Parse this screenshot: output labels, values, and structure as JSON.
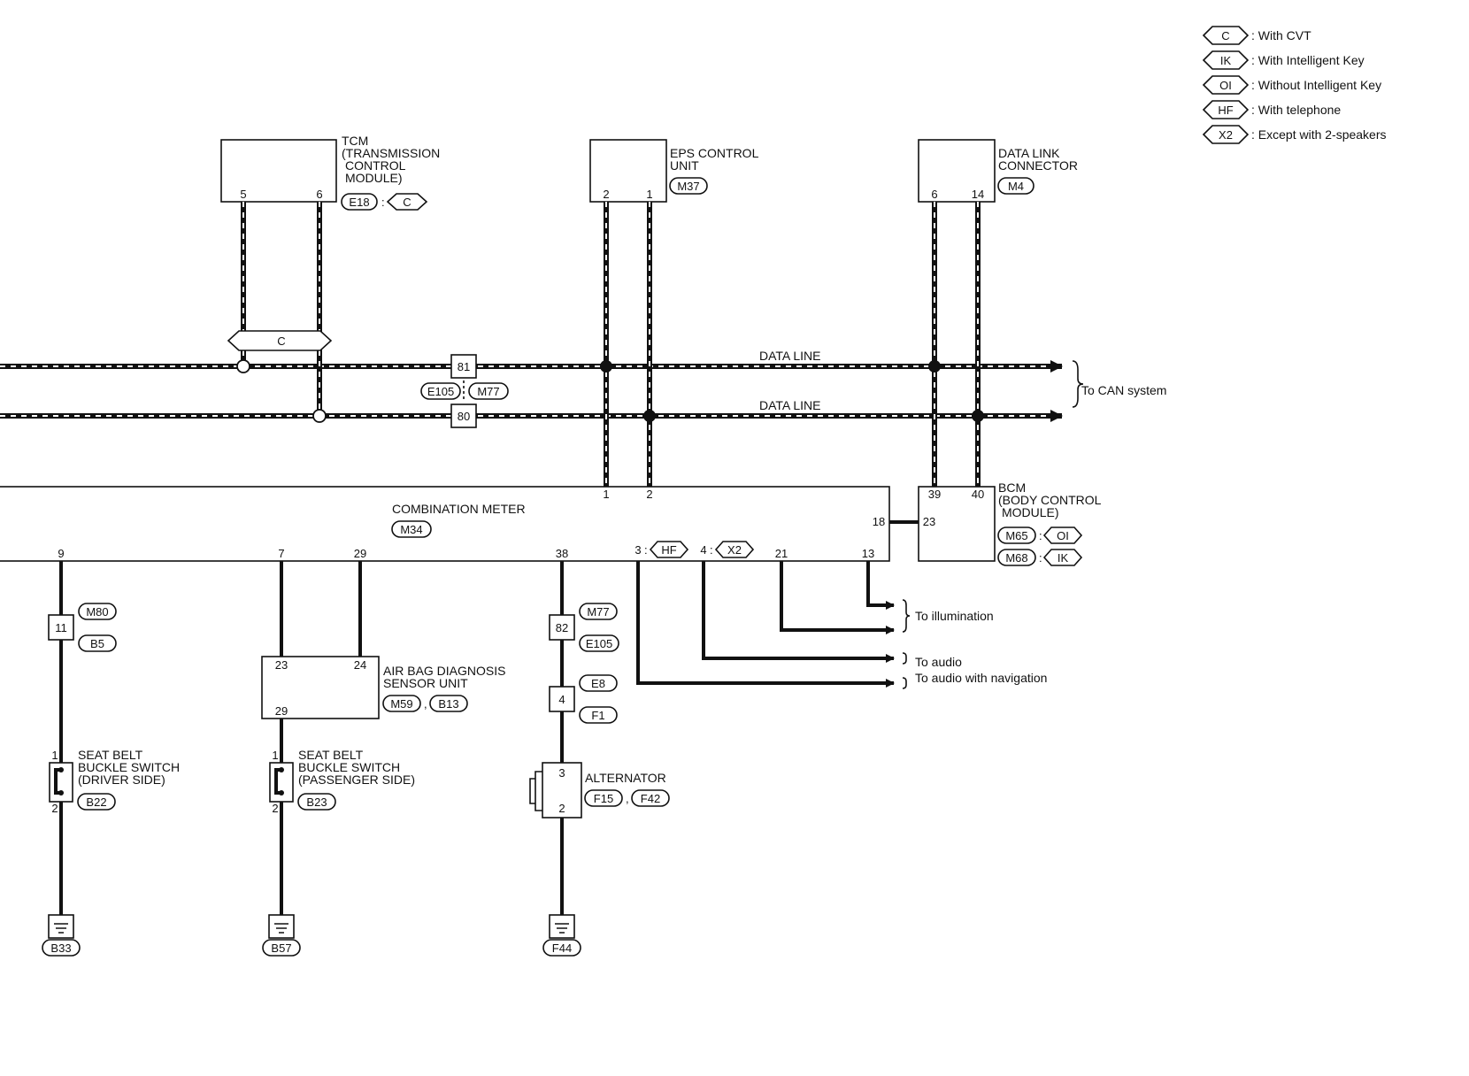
{
  "legend": [
    {
      "code": "C",
      "text": ": With CVT"
    },
    {
      "code": "IK",
      "text": ": With Intelligent Key"
    },
    {
      "code": "OI",
      "text": ": Without Intelligent Key"
    },
    {
      "code": "HF",
      "text": ": With telephone"
    },
    {
      "code": "X2",
      "text": ": Except with 2-speakers"
    }
  ],
  "tcm": {
    "name": [
      "TCM",
      "(TRANSMISSION",
      "CONTROL",
      "MODULE)"
    ],
    "conn": "E18",
    "cond": "C",
    "pins": [
      "5",
      "6"
    ]
  },
  "eps": {
    "name": [
      "EPS CONTROL",
      "UNIT"
    ],
    "conn": "M37",
    "pins": [
      "2",
      "1"
    ]
  },
  "dlc": {
    "name": [
      "DATA LINK",
      "CONNECTOR"
    ],
    "conn": "M4",
    "pins": [
      "6",
      "14"
    ]
  },
  "can": {
    "line_label": "DATA LINE",
    "cond": "C",
    "joint_pins": [
      "81",
      "80"
    ],
    "joint_conns": [
      "E105",
      "M77"
    ],
    "to_can": "To CAN system"
  },
  "meter": {
    "name": "COMBINATION METER",
    "conn": "M34",
    "top_pins": [
      "1",
      "2"
    ],
    "right_pin": "18",
    "bottom_pins": [
      "9",
      "7",
      "29",
      "38",
      "3",
      "4",
      "21",
      "13"
    ],
    "pin3_cond": "HF",
    "pin4_cond": "X2"
  },
  "bcm": {
    "name": [
      "BCM",
      "(BODY CONTROL",
      "MODULE)"
    ],
    "pins": [
      "39",
      "40",
      "23"
    ],
    "conns": [
      {
        "conn": "M65",
        "cond": "OI"
      },
      {
        "conn": "M68",
        "cond": "IK"
      }
    ]
  },
  "outputs": {
    "illumination": "To illumination",
    "audio": "To audio",
    "audio_nav": "To audio with navigation"
  },
  "driver_branch": {
    "joint_pin": "11",
    "joint_conns": [
      "M80",
      "B5"
    ],
    "switch_name": [
      "SEAT BELT",
      "BUCKLE SWITCH",
      "(DRIVER SIDE)"
    ],
    "switch_conn": "B22",
    "pins": [
      "1",
      "2"
    ],
    "ground": "B33"
  },
  "airbag": {
    "name": [
      "AIR BAG DIAGNOSIS",
      "SENSOR UNIT"
    ],
    "pins": [
      "23",
      "24",
      "29"
    ],
    "conns": [
      "M59",
      "B13"
    ]
  },
  "pass_branch": {
    "switch_name": [
      "SEAT BELT",
      "BUCKLE SWITCH",
      "(PASSENGER SIDE)"
    ],
    "switch_conn": "B23",
    "pins": [
      "1",
      "2"
    ],
    "ground": "B57"
  },
  "alt_branch": {
    "joint1_pin": "82",
    "joint1_conns": [
      "M77",
      "E105"
    ],
    "joint2_pin": "4",
    "joint2_conns": [
      "E8",
      "F1"
    ],
    "name": "ALTERNATOR",
    "conns": [
      "F15",
      "F42"
    ],
    "pins": [
      "3",
      "2"
    ],
    "ground": "F44"
  }
}
